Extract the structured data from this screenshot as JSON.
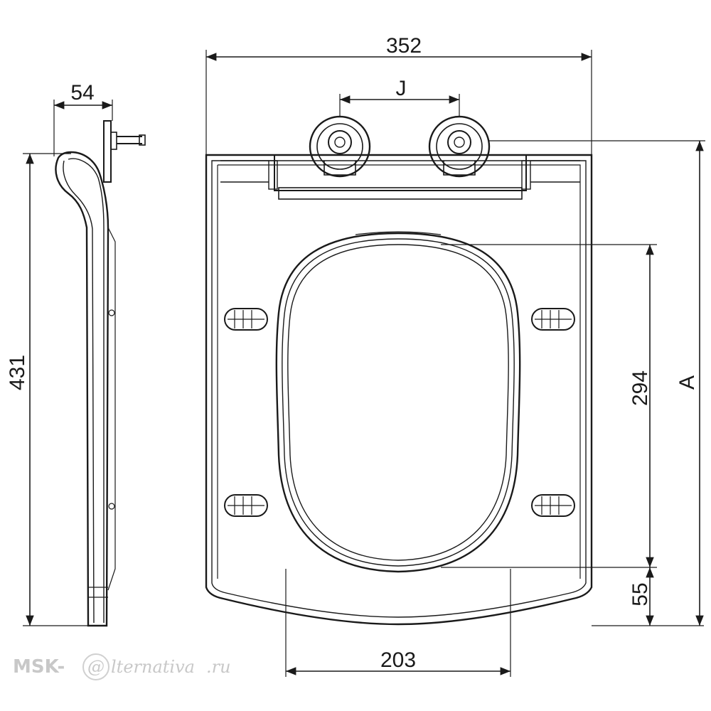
{
  "dimensions": {
    "overall_width": "352",
    "hinge_spacing": "J",
    "side_depth": "54",
    "overall_length": "431",
    "opening_length": "294",
    "front_offset": "55",
    "opening_width": "203",
    "hinge_to_front": "A"
  },
  "watermark": {
    "brand_left": "MSK-",
    "brand_at": "@",
    "brand_right": "lternativa",
    "brand_tld": ".ru"
  },
  "icons": {
    "hinge": "hinge-bolt-icon",
    "buffer": "seat-buffer-icon"
  }
}
